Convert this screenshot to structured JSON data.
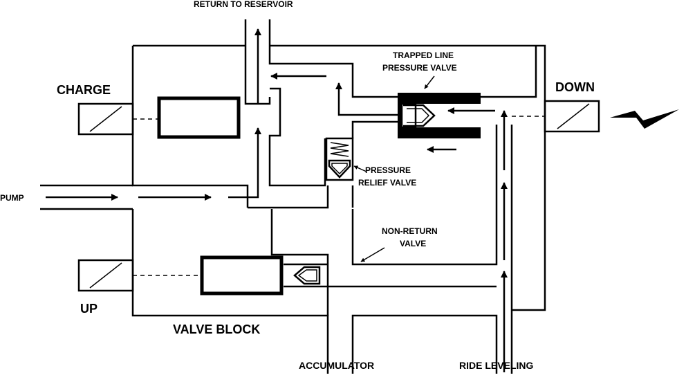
{
  "labels": {
    "return_to_reservoir": "RETURN TO RESERVOIR",
    "trapped_line_1": "TRAPPED LINE",
    "trapped_line_2": "PRESSURE VALVE",
    "charge": "CHARGE",
    "down": "DOWN",
    "pump": "PUMP",
    "pressure_relief_1": "PRESSURE",
    "pressure_relief_2": "RELIEF VALVE",
    "non_return_1": "NON-RETURN",
    "non_return_2": "VALVE",
    "up": "UP",
    "valve_block": "VALVE BLOCK",
    "accumulator": "ACCUMULATOR",
    "ride_leveling": "RIDE LEVELING"
  },
  "colors": {
    "ink": "#000000",
    "paper": "#ffffff"
  }
}
